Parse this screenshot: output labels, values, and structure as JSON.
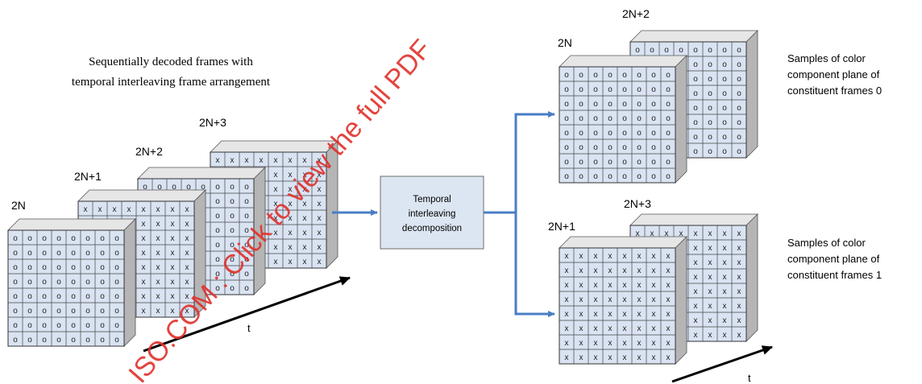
{
  "left_caption": {
    "line1": "Sequentially decoded frames with",
    "line2": "temporal interleaving frame arrangement"
  },
  "frame_labels": {
    "f2n": "2N",
    "f2n1": "2N+1",
    "f2n2": "2N+2",
    "f2n3": "2N+3"
  },
  "symbols": {
    "frame0": "o",
    "frame1": "x"
  },
  "process_box": {
    "line1": "Temporal",
    "line2": "interleaving",
    "line3": "decomposition"
  },
  "right_captions": {
    "frames0": {
      "line1": "Samples of color",
      "line2": "component plane of",
      "line3": "constituent frames 0"
    },
    "frames1": {
      "line1": "Samples of color",
      "line2": "component plane of",
      "line3": "constituent frames 1"
    }
  },
  "time_label": "t",
  "watermark": "ISO.COM : Click to view the full PDF",
  "colors": {
    "arrow_blue": "#4a7ec4",
    "box_fill": "#dce6f2",
    "cube_front": "#d9e3f2",
    "cube_side": "#b5b5b5",
    "cube_top": "#e6e6e6",
    "watermark_red": "#e0302a"
  }
}
